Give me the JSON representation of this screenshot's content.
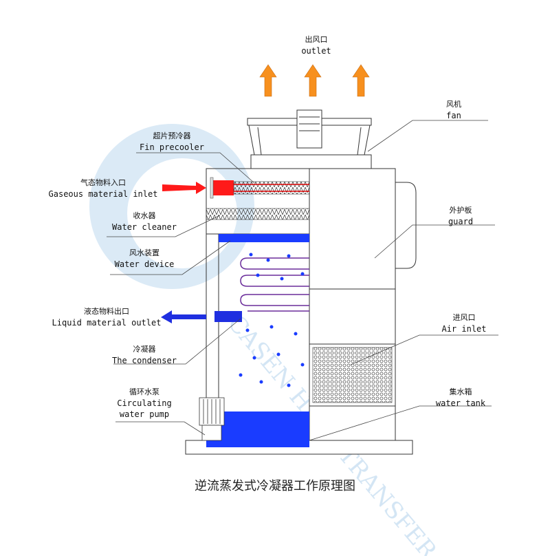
{
  "labels": {
    "outlet": {
      "zh": "出风口",
      "en": "outlet"
    },
    "fan": {
      "zh": "风机",
      "en": "fan"
    },
    "fin_precooler": {
      "zh": "超片预冷器",
      "en": "Fin precooler"
    },
    "gaseous_inlet": {
      "zh": "气态物料入口",
      "en": "Gaseous material inlet"
    },
    "water_cleaner": {
      "zh": "收水器",
      "en": "Water cleaner"
    },
    "guard": {
      "zh": "外护板",
      "en": "guard"
    },
    "water_device": {
      "zh": "风水装置",
      "en": "Water device"
    },
    "liquid_outlet": {
      "zh": "液态物料出口",
      "en": "Liquid material outlet"
    },
    "air_inlet": {
      "zh": "进风口",
      "en": "Air inlet"
    },
    "condenser": {
      "zh": "冷凝器",
      "en": "The condenser"
    },
    "pump": {
      "zh": "循环水泵",
      "en1": "Circulating",
      "en2": "water pump"
    },
    "water_tank": {
      "zh": "集水箱",
      "en": "water tank"
    }
  },
  "caption": "逆流蒸发式冷凝器工作原理图",
  "watermark": "CASEN HEAT TRANSFER",
  "colors": {
    "hot": "#ff1a1a",
    "cold": "#1f2fe0",
    "air": "#f7901e",
    "water": "#1a3cff",
    "watermark": "#cfe3f3"
  }
}
